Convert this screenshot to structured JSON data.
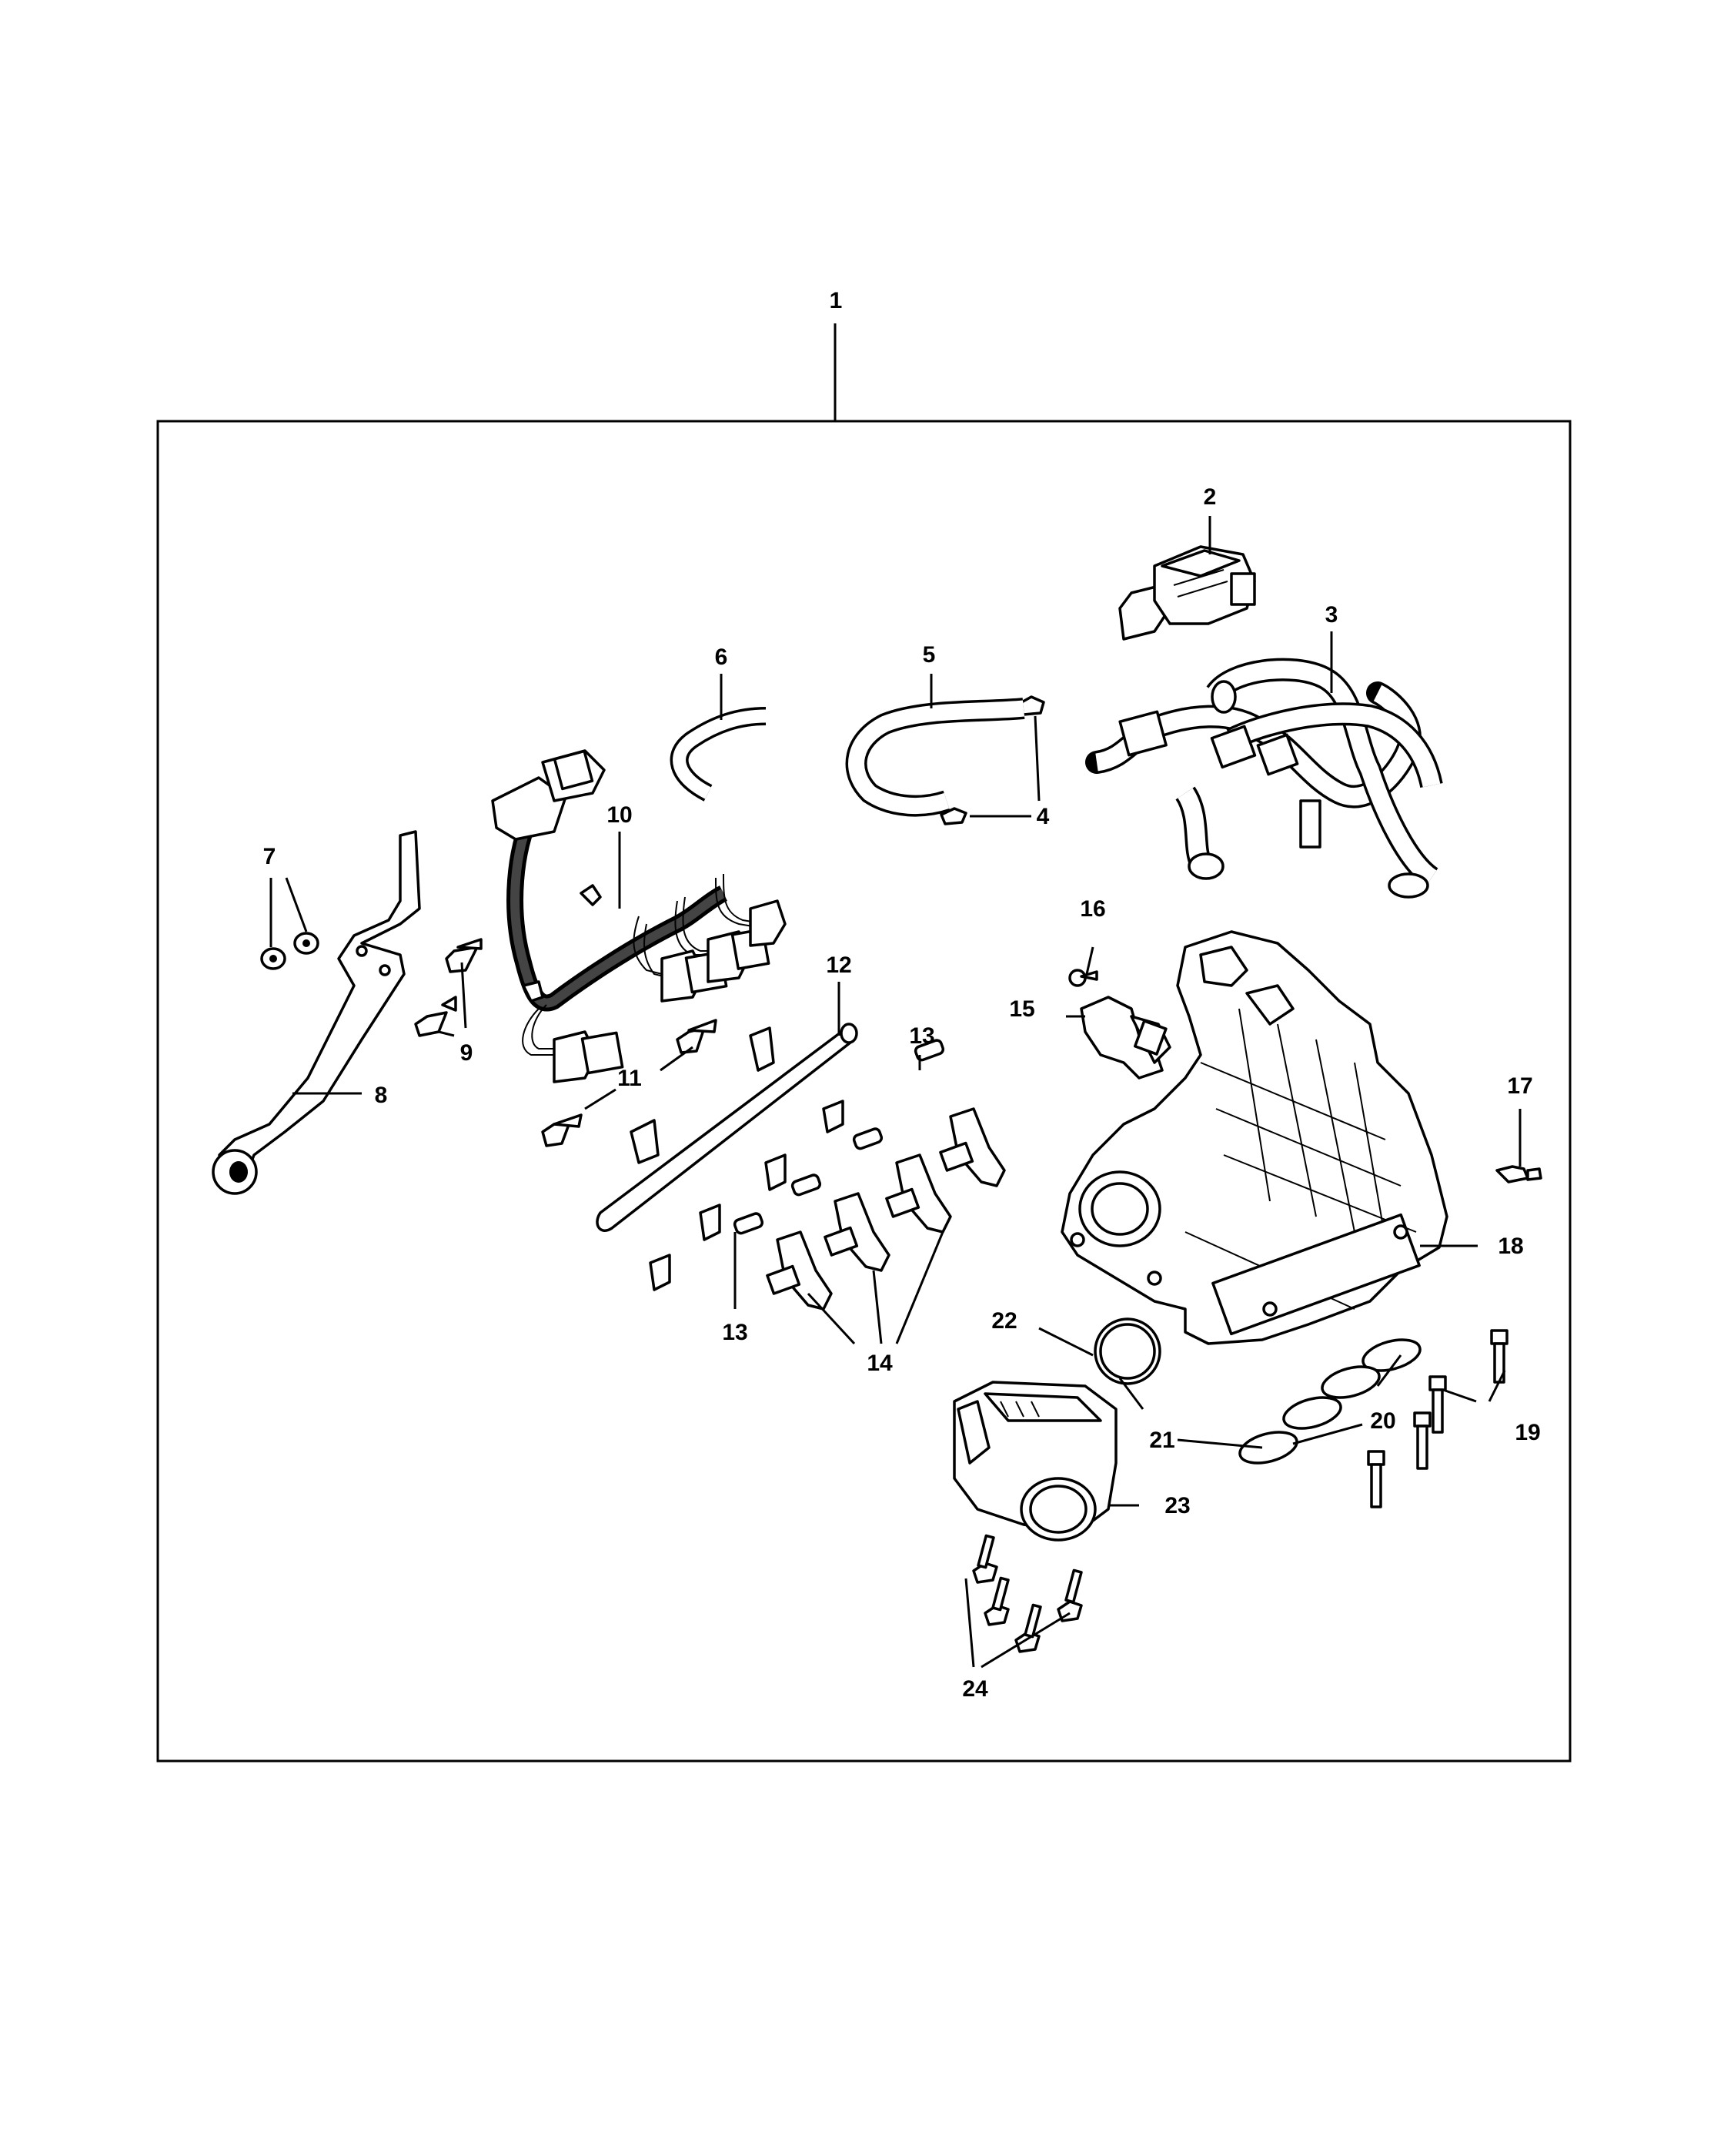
{
  "callouts": [
    {
      "id": "c1",
      "label": "1"
    },
    {
      "id": "c2",
      "label": "2"
    },
    {
      "id": "c3",
      "label": "3"
    },
    {
      "id": "c4",
      "label": "4"
    },
    {
      "id": "c5",
      "label": "5"
    },
    {
      "id": "c6",
      "label": "6"
    },
    {
      "id": "c7",
      "label": "7"
    },
    {
      "id": "c8",
      "label": "8"
    },
    {
      "id": "c9",
      "label": "9"
    },
    {
      "id": "c10",
      "label": "10"
    },
    {
      "id": "c11",
      "label": "11"
    },
    {
      "id": "c12",
      "label": "12"
    },
    {
      "id": "c13a",
      "label": "13"
    },
    {
      "id": "c13b",
      "label": "13"
    },
    {
      "id": "c14",
      "label": "14"
    },
    {
      "id": "c15",
      "label": "15"
    },
    {
      "id": "c16",
      "label": "16"
    },
    {
      "id": "c17",
      "label": "17"
    },
    {
      "id": "c18",
      "label": "18"
    },
    {
      "id": "c19",
      "label": "19"
    },
    {
      "id": "c20",
      "label": "20"
    },
    {
      "id": "c21",
      "label": "21"
    },
    {
      "id": "c22",
      "label": "22"
    },
    {
      "id": "c23",
      "label": "23"
    },
    {
      "id": "c24",
      "label": "24"
    }
  ]
}
